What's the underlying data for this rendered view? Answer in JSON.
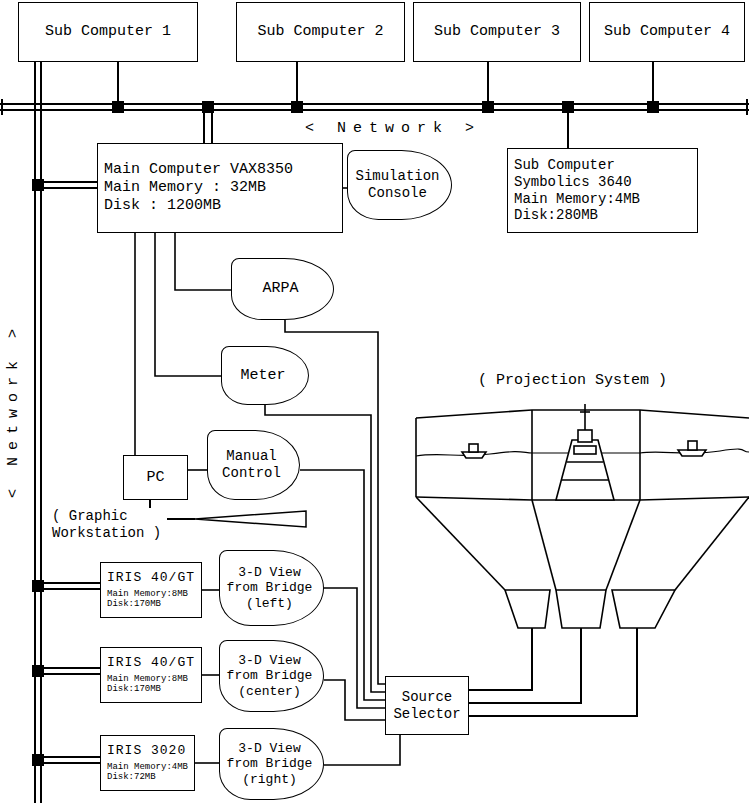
{
  "diagram": {
    "nodes": [
      {
        "text": [
          "Sub Computer 1"
        ]
      },
      {
        "text": [
          "Sub Computer 2"
        ]
      },
      {
        "text": [
          "Sub Computer 3"
        ]
      },
      {
        "text": [
          "Sub Computer 4"
        ]
      },
      {
        "text": [
          "Main Computer VAX8350",
          "Main Memory : 32MB",
          "Disk : 1200MB"
        ]
      },
      {
        "text": [
          "Simulation Console"
        ]
      },
      {
        "text": [
          "Sub Computer",
          "Symbolics 3640",
          "Main Memory:4MB",
          "Disk:280MB"
        ]
      },
      {
        "text": [
          "ARPA"
        ]
      },
      {
        "text": [
          "Meter"
        ]
      },
      {
        "text": [
          "PC"
        ]
      },
      {
        "text": [
          "Manual Control"
        ]
      },
      {
        "text": [
          "IRIS 40/GT",
          "Main Memory:8MB",
          "Disk:170MB"
        ]
      },
      {
        "text": [
          "3-D View from Bridge (left)"
        ]
      },
      {
        "text": [
          "IRIS 40/GT",
          "Main Memory:8MB",
          "Disk:170MB"
        ]
      },
      {
        "text": [
          "3-D View from Bridge (center)"
        ]
      },
      {
        "text": [
          "IRIS 3020",
          "Main Memory:4MB",
          "Disk:72MB"
        ]
      },
      {
        "text": [
          "3-D View from Bridge (right)"
        ]
      },
      {
        "text": [
          "Source Selector"
        ]
      }
    ],
    "edges": [
      {
        "from": 4,
        "to": 5,
        "arrow": "none"
      },
      {
        "from": 4,
        "to": 7,
        "arrow": "none"
      },
      {
        "from": 4,
        "to": 8,
        "arrow": "none"
      },
      {
        "from": 4,
        "to": 9,
        "arrow": "none"
      },
      {
        "from": 9,
        "to": 10,
        "arrow": "none"
      },
      {
        "from": 11,
        "to": 12,
        "arrow": "none"
      },
      {
        "from": 13,
        "to": 14,
        "arrow": "none"
      },
      {
        "from": 15,
        "to": 16,
        "arrow": "none"
      },
      {
        "from": 7,
        "to": 17,
        "arrow": "none"
      },
      {
        "from": 8,
        "to": 17,
        "arrow": "none"
      },
      {
        "from": 10,
        "to": 17,
        "arrow": "none"
      },
      {
        "from": 12,
        "to": 17,
        "arrow": "none"
      },
      {
        "from": 14,
        "to": 17,
        "arrow": "none"
      },
      {
        "from": 16,
        "to": 17,
        "arrow": "none"
      }
    ],
    "labels": [
      "< Network >",
      "< Network >",
      "( Projection System )",
      "( Graphic Workstation )"
    ]
  }
}
